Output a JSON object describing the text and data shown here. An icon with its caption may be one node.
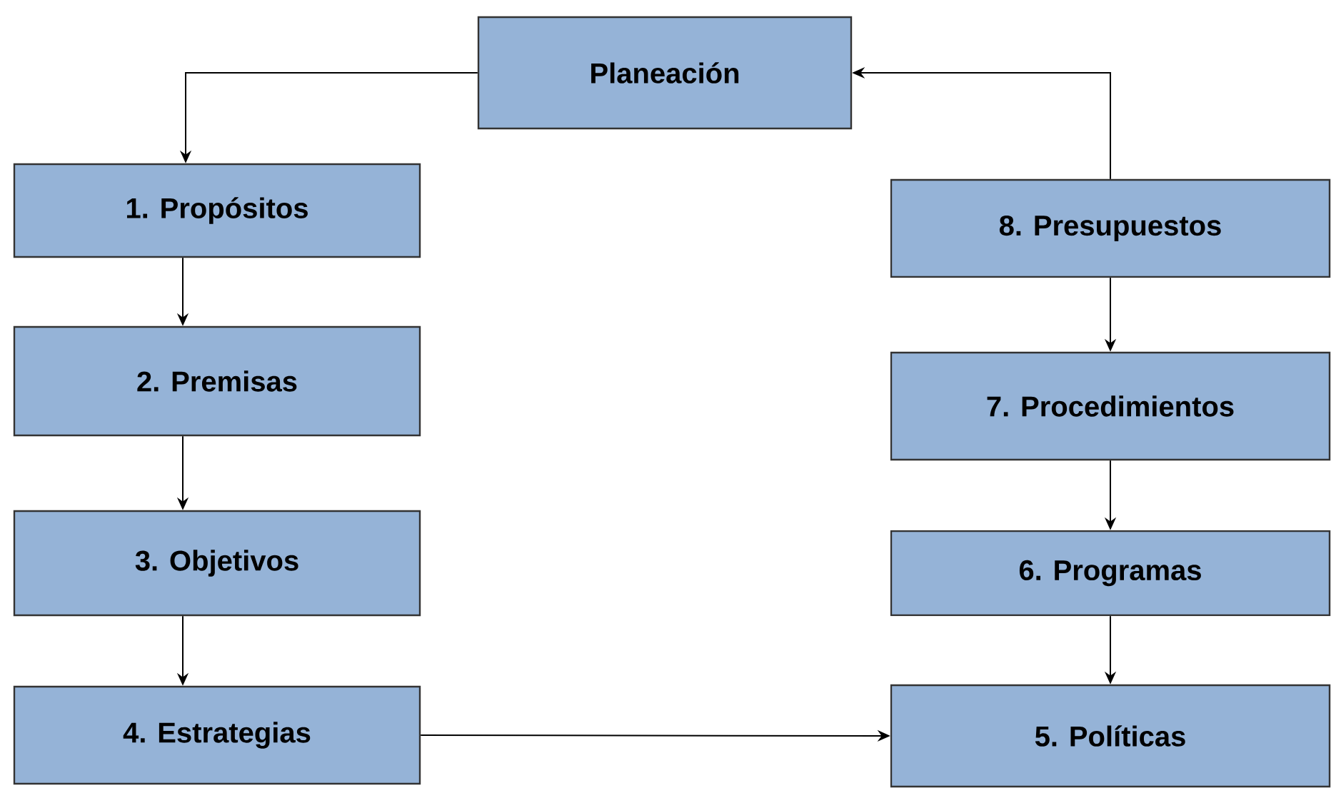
{
  "diagram": {
    "nodes": [
      {
        "text": [
          "Planeación"
        ]
      },
      {
        "text": [
          "1. Propósitos"
        ]
      },
      {
        "text": [
          "2. Premisas"
        ]
      },
      {
        "text": [
          "3. Objetivos"
        ]
      },
      {
        "text": [
          "4. Estrategias"
        ]
      },
      {
        "text": [
          "8. Presupuestos"
        ]
      },
      {
        "text": [
          "7. Procedimientos"
        ]
      },
      {
        "text": [
          "6. Programas"
        ]
      },
      {
        "text": [
          "5. Políticas"
        ]
      }
    ],
    "edges": [
      {
        "from": 0,
        "to": 1,
        "arrow": "to"
      },
      {
        "from": 1,
        "to": 2,
        "arrow": "to"
      },
      {
        "from": 2,
        "to": 3,
        "arrow": "to"
      },
      {
        "from": 3,
        "to": 4,
        "arrow": "to"
      },
      {
        "from": 4,
        "to": 8,
        "arrow": "to"
      },
      {
        "from": 5,
        "to": 6,
        "arrow": "to"
      },
      {
        "from": 6,
        "to": 7,
        "arrow": "to"
      },
      {
        "from": 7,
        "to": 8,
        "arrow": "to"
      },
      {
        "from": 5,
        "to": 0,
        "arrow": "to"
      }
    ]
  }
}
